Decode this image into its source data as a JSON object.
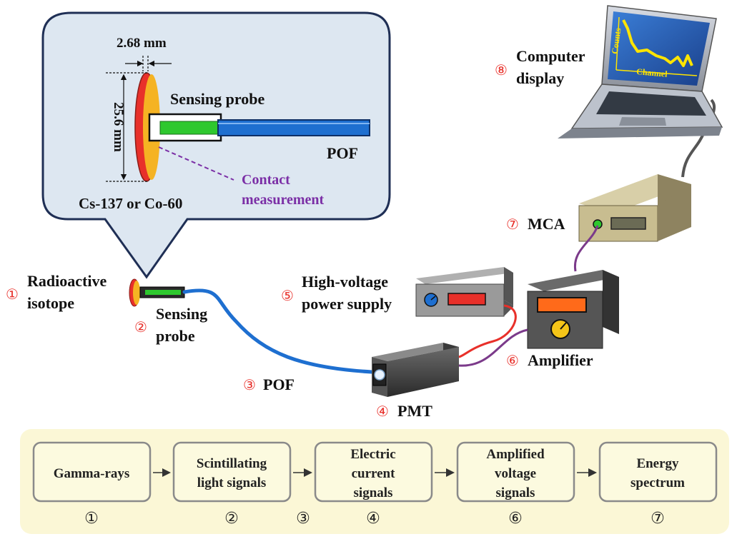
{
  "colors": {
    "callout_fill": "#dde7f1",
    "callout_stroke": "#1f2f55",
    "fiber_blue": "#1e6fd0",
    "scintillator_green": "#2ec82e",
    "source_red": "#e8302a",
    "source_orange": "#f5b323",
    "purple_text": "#7b2fa6",
    "flow_panel": "#fbf7d6",
    "flow_box": "#fcfadf",
    "marker_red": "#e8302a"
  },
  "callout": {
    "dim_thickness": "2.68 mm",
    "dim_diameter": "25.6 mm",
    "sensing_probe": "Sensing probe",
    "pof": "POF",
    "contact_line1": "Contact",
    "contact_line2": "measurement",
    "source": "Cs-137 or Co-60"
  },
  "components": {
    "isotope": {
      "marker": "①",
      "line1": "Radioactive",
      "line2": "isotope"
    },
    "probe": {
      "marker": "②",
      "line1": "Sensing",
      "line2": "probe"
    },
    "pof": {
      "marker": "③",
      "label": "POF"
    },
    "pmt": {
      "marker": "④",
      "label": "PMT"
    },
    "hv": {
      "marker": "⑤",
      "line1": "High-voltage",
      "line2": "power supply"
    },
    "amplifier": {
      "marker": "⑥",
      "label": "Amplifier"
    },
    "mca": {
      "marker": "⑦",
      "label": "MCA"
    },
    "computer": {
      "marker": "⑧",
      "line1": "Computer",
      "line2": "display"
    },
    "screen_ylabel": "Counts",
    "screen_xlabel": "Channel"
  },
  "flow": {
    "boxes": [
      {
        "lines": [
          "Gamma-rays"
        ],
        "marker": "①"
      },
      {
        "lines": [
          "Scintillating",
          "light signals"
        ],
        "marker": "②"
      },
      {
        "lines": [
          "Electric",
          "current",
          "signals"
        ],
        "marker": "④"
      },
      {
        "lines": [
          "Amplified",
          "voltage",
          "signals"
        ],
        "marker": "⑥"
      },
      {
        "lines": [
          "Energy",
          "spectrum"
        ],
        "marker": "⑦"
      }
    ],
    "between_marker": "③"
  }
}
